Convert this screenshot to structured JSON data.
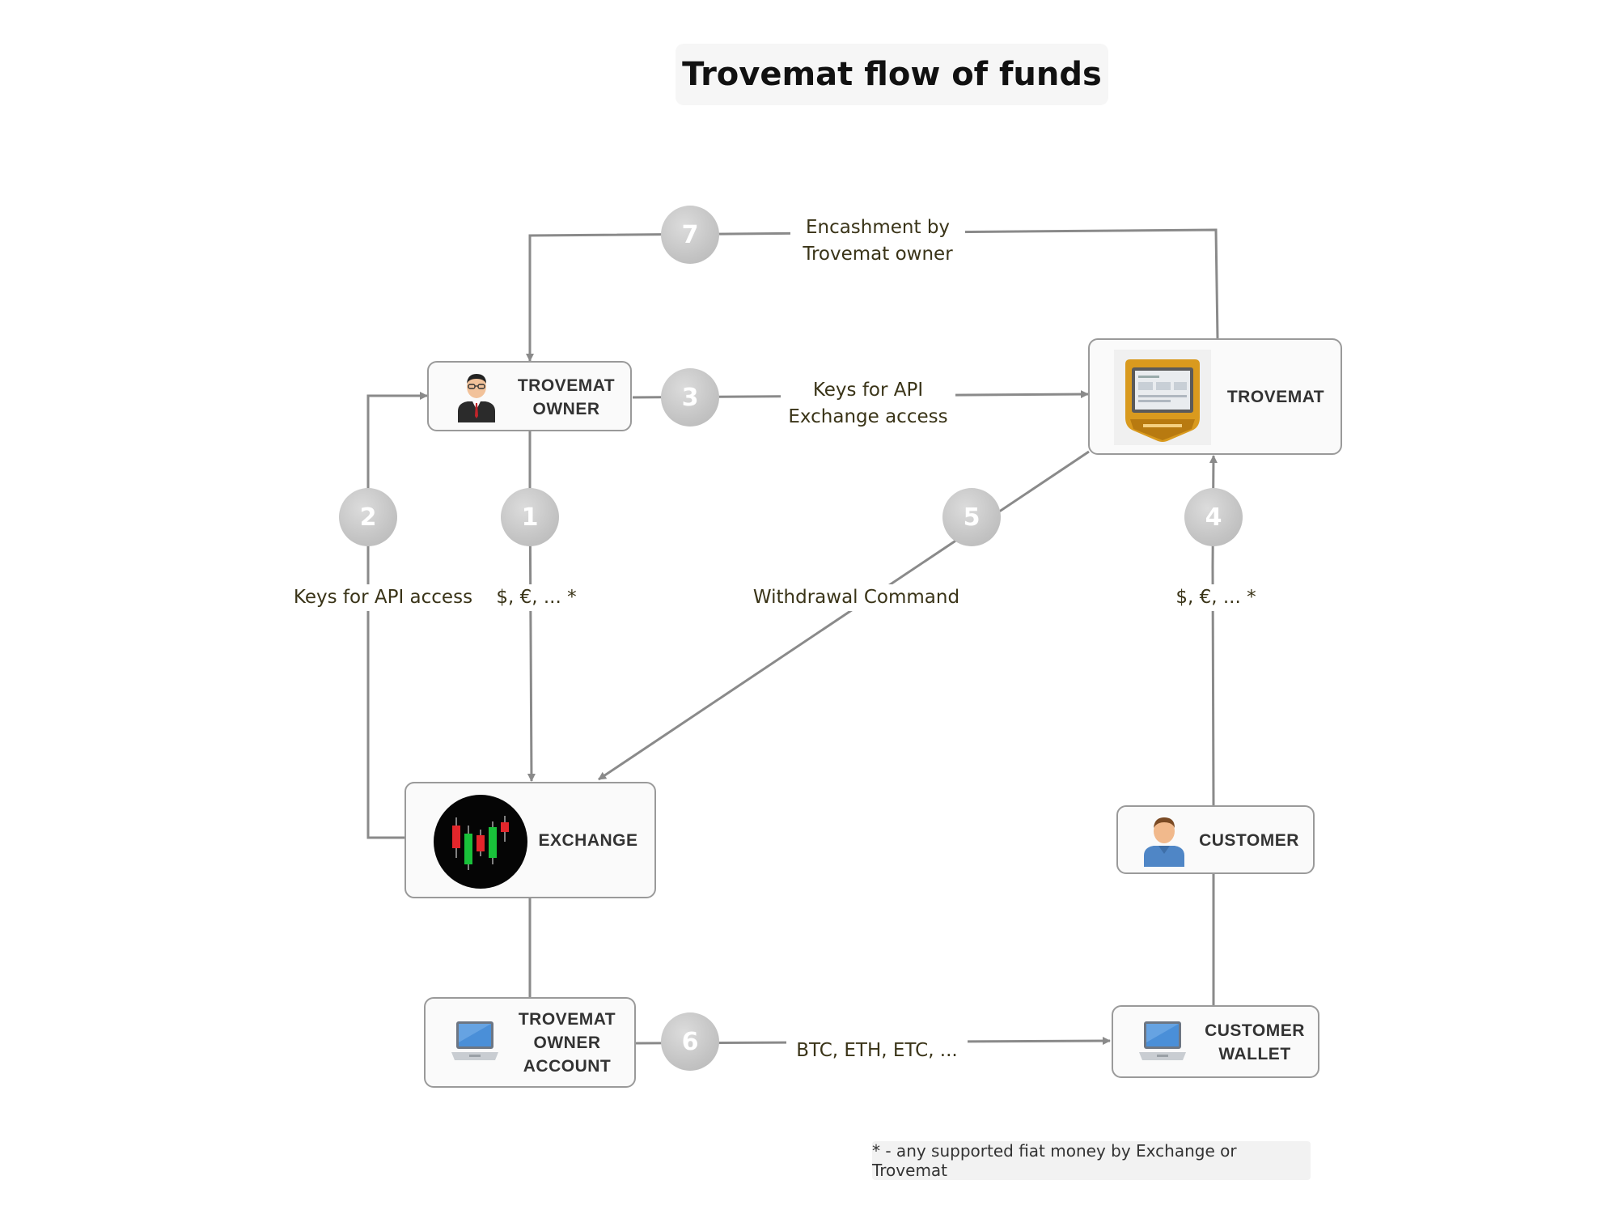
{
  "title": "Trovemat flow of funds",
  "nodes": {
    "trovemat_owner": {
      "label": "TROVEMAT\nOWNER",
      "icon": "businessman-icon"
    },
    "trovemat": {
      "label": "TROVEMAT",
      "icon": "atm-kiosk-icon"
    },
    "exchange": {
      "label": "EXCHANGE",
      "icon": "candlestick-chart-icon"
    },
    "customer": {
      "label": "CUSTOMER",
      "icon": "person-icon"
    },
    "owner_account": {
      "label": "TROVEMAT\nOWNER\nACCOUNT",
      "icon": "laptop-icon"
    },
    "customer_wallet": {
      "label": "CUSTOMER\nWALLET",
      "icon": "laptop-icon"
    }
  },
  "steps": [
    {
      "number": "1",
      "label": "$, €, ... *"
    },
    {
      "number": "2",
      "label": "Keys for API access"
    },
    {
      "number": "3",
      "label": "Keys for API\nExchange access"
    },
    {
      "number": "4",
      "label": "$, €, ... *"
    },
    {
      "number": "5",
      "label": "Withdrawal Command"
    },
    {
      "number": "6",
      "label": "BTC, ETH, ETC, ..."
    },
    {
      "number": "7",
      "label": "Encashment by\nTrovemat owner"
    }
  ],
  "footnote": "* - any supported fiat money by Exchange or Trovemat",
  "colors": {
    "connector": "#8a8a8a",
    "badge": "#c4c4c4",
    "node_border": "#9a9a9a",
    "label_text": "#3a3418"
  }
}
